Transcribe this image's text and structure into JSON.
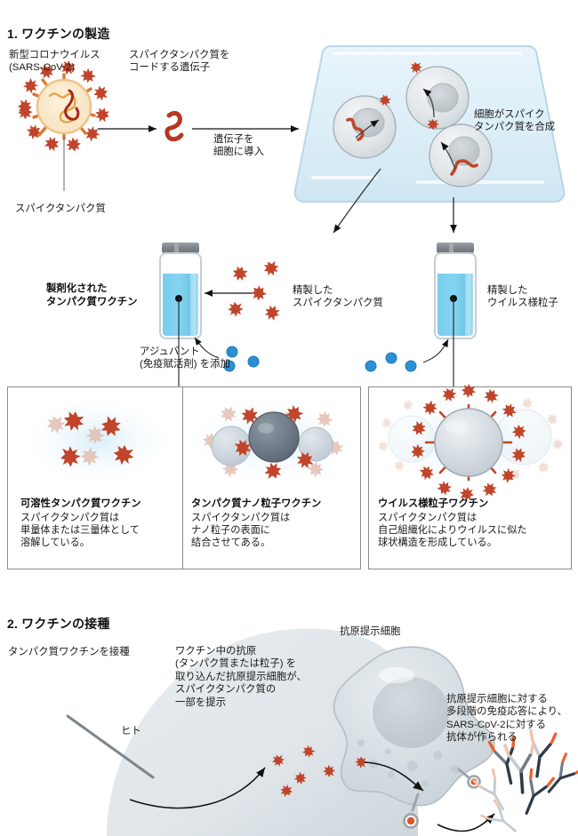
{
  "figure": {
    "background": "#ffffff",
    "accent_red": "#c0452a",
    "accent_blue": "#6fc8ec",
    "dot_blue": "#2b8fd4",
    "gray": "#9aa3ab"
  },
  "sections": [
    {
      "id": "production",
      "number": "1.",
      "title": "1. ワクチンの製造"
    },
    {
      "id": "vaccination",
      "number": "2.",
      "title": "2. ワクチンの接種"
    }
  ],
  "production": {
    "virus_label": "新型コロナウイルス\n(SARS-CoV-2)",
    "spike_label": "スパイクタンパク質",
    "gene_label": "スパイクタンパク質を\nコードする遺伝子",
    "transfect_label": "遺伝子を\n細胞に導入",
    "synthesis_label": "細胞がスパイク\nタンパク質を合成",
    "formulated_label": "製剤化された\nタンパク質ワクチン",
    "purified_spike_label": "精製した\nスパイクタンパク質",
    "purified_vlp_label": "精製した\nウイルス様粒子",
    "adjuvant_label": "アジュバント\n(免疫賦活剤) を添加"
  },
  "panels": [
    {
      "id": "soluble",
      "title": "可溶性タンパク質ワクチン",
      "body": "スパイクタンパク質は\n単量体または三量体として\n溶解している。"
    },
    {
      "id": "nanoparticle",
      "title": "タンパク質ナノ粒子ワクチン",
      "body": "スパイクタンパク質は\nナノ粒子の表面に\n結合させてある。"
    },
    {
      "id": "vlp",
      "title": "ウイルス様粒子ワクチン",
      "body": "スパイクタンパク質は\n自己組織化によりウイルスに似た\n球状構造を形成している。"
    }
  ],
  "vaccination": {
    "inject_label": "タンパク質ワクチンを接種",
    "human_label": "ヒト",
    "antigen_uptake_label": "ワクチン中の抗原\n(タンパク質または粒子) を\n取り込んだ抗原提示細胞が、\nスパイクタンパク質の\n一部を提示",
    "apc_label": "抗原提示細胞",
    "antibody_label": "抗原提示細胞に対する\n多段階の免疫応答により、\nSARS-CoV-2に対する\n抗体が作られる"
  }
}
